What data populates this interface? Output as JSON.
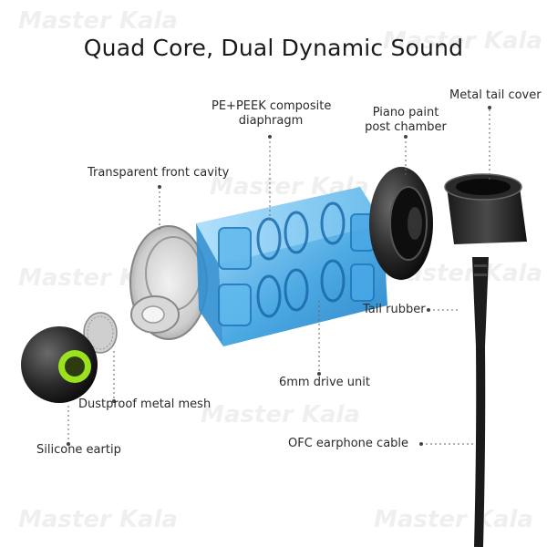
{
  "title": "Quad Core, Dual Dynamic Sound",
  "labels": {
    "diaphragm_1": "PE+PEEK composite",
    "diaphragm_2": "diaphragm",
    "piano_1": "Piano paint",
    "piano_2": "post chamber",
    "tail_cover": "Metal tail cover",
    "front_cavity": "Transparent front cavity",
    "tail_rubber": "Tail rubber",
    "drive_unit": "6mm drive unit",
    "mesh": "Dustproof metal mesh",
    "eartip": "Silicone eartip",
    "cable": "OFC earphone cable"
  },
  "watermark": "Master Kala",
  "colors": {
    "accent_blue": "#3da2e0",
    "eartip_green": "#9be21e",
    "dark": "#1c1c1c"
  }
}
